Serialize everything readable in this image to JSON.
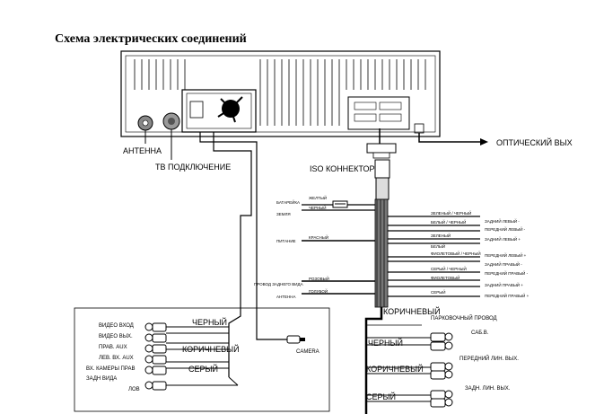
{
  "title": "Схема электрических соединений",
  "head_unit": {
    "antenna": "АНТЕННА",
    "tv": "ТВ ПОДКЛЮЧЕНИЕ",
    "optical": "ОПТИЧЕСКИЙ ВЫХ",
    "iso": "ISO КОННЕКТОР"
  },
  "left_wires": [
    {
      "name": "БАТАРЕЙКА",
      "color": "ЖЕЛТЫЙ"
    },
    {
      "name": "ЗЕМЛЯ",
      "color": "ЧЕРНЫЙ"
    },
    {
      "name": "ПИТАНИЕ",
      "color": "КРАСНЫЙ"
    },
    {
      "name": "ПРОВОД ЗАДНЕГО ВИДА",
      "color": "РОЗОВЫЙ"
    },
    {
      "name": "АНТЕННА",
      "color": "ГОЛУБОЙ"
    }
  ],
  "right_wires": [
    {
      "color": "ЗЕЛЕНЫЙ / ЧЕРНЫЙ",
      "name": ""
    },
    {
      "color": "БЕЛЫЙ / ЧЕРНЫЙ",
      "name": "ЗАДНИЙ ЛЕВЫЙ -"
    },
    {
      "color": "",
      "name": "ПЕРЕДНИЙ ЛЕВЫЙ -"
    },
    {
      "color": "ЗЕЛЕНЫЙ",
      "name": "ЗАДНИЙ ЛЕВЫЙ +"
    },
    {
      "color": "БЕЛЫЙ",
      "name": ""
    },
    {
      "color": "ФИОЛЕТОВЫЙ / ЧЕРНЫЙ",
      "name": "ПЕРЕДНИЙ ЛЕВЫЙ +"
    },
    {
      "color": "",
      "name": "ЗАДНИЙ ПРАВЫЙ -"
    },
    {
      "color": "СЕРЫЙ / ЧЕРНЫЙ",
      "name": "ПЕРЕДНИЙ ПРАВЫЙ -"
    },
    {
      "color": "ФИОЛЕТОВЫЙ",
      "name": ""
    },
    {
      "color": "",
      "name": "ЗАДНИЙ ПРАВЫЙ +"
    },
    {
      "color": "СЕРЫЙ",
      "name": "ПЕРЕДНИЙ ПРАВЫЙ +"
    }
  ],
  "av_box": {
    "inputs": [
      "ВИДЕО ВХОД",
      "ВИДЕО ВЫХ.",
      "ПРАВ. AUX",
      "ЛЕВ. ВХ. AUX",
      "ВХ. КАМЕРЫ ПРАВ",
      "ЗАДН ВИДА",
      "ЛОВ"
    ],
    "colors": [
      "ЧЕРНЫЙ",
      "КОРИЧНЕВЫЙ",
      "СЕРЫЙ"
    ],
    "camera": "CAMERA"
  },
  "bottom_right": {
    "brown": "КОРИЧНЕВЫЙ",
    "parking": "ПАРКОВОЧНЫЙ ПРОВОД",
    "colors": [
      "ЧЕРНЫЙ",
      "КОРИЧНЕВЫЙ",
      "СЕРЫЙ"
    ],
    "outputs": [
      "САБ.В.",
      "ПЕРЕДНИЙ ЛИН. ВЫХ.",
      "ЗАДН. ЛИН. ВЫХ."
    ]
  }
}
